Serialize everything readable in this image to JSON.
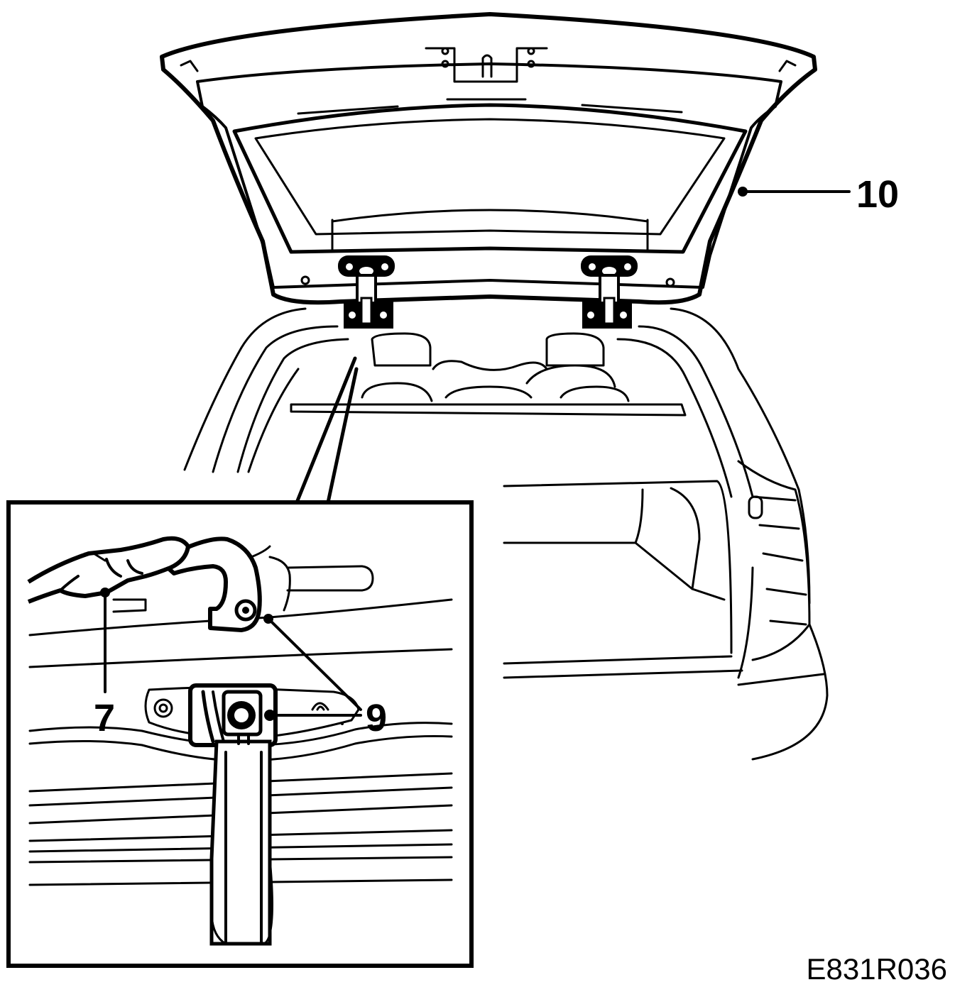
{
  "callouts": {
    "tailgate": "10",
    "hinge_bolt": "9",
    "tool": "7"
  },
  "figure_code": "E831R036",
  "colors": {
    "line": "#000000",
    "background": "#ffffff"
  }
}
